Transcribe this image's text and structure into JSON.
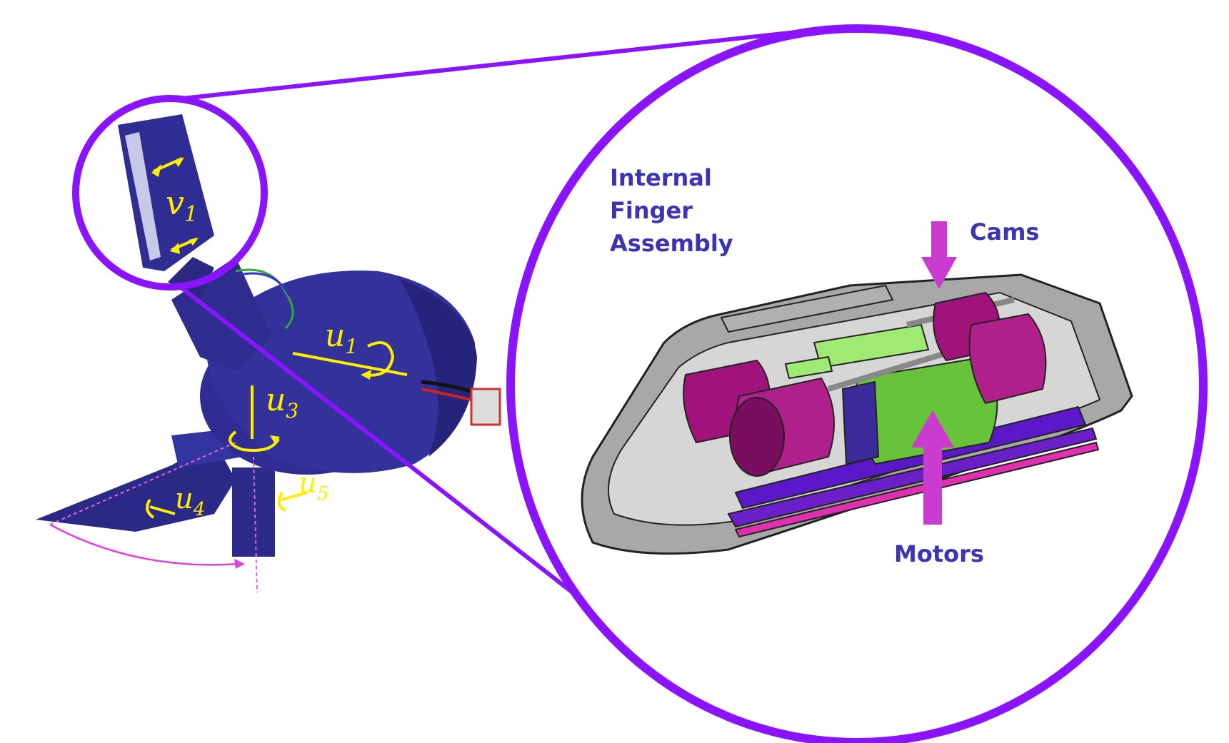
{
  "labels": {
    "internal_line1": "Internal",
    "internal_line2": "Finger",
    "internal_line3": "Assembly",
    "cams": "Cams",
    "motors": "Motors"
  },
  "joints": {
    "v1": {
      "base": "v",
      "sub": "1"
    },
    "u1": {
      "base": "u",
      "sub": "1"
    },
    "u3": {
      "base": "u",
      "sub": "3"
    },
    "u4": {
      "base": "u",
      "sub": "4"
    },
    "u5": {
      "base": "u",
      "sub": "5"
    }
  },
  "colors": {
    "magnifier_ring": "#8a14ff",
    "label_text": "#3b35b5",
    "arrow_magenta": "#c93ccf",
    "robot_blue": "#2e2c8f",
    "annotation_yellow": "#ffee00",
    "motor_magenta": "#a0137a",
    "green_part": "#66c232",
    "housing_grey": "#9a9a9a"
  }
}
